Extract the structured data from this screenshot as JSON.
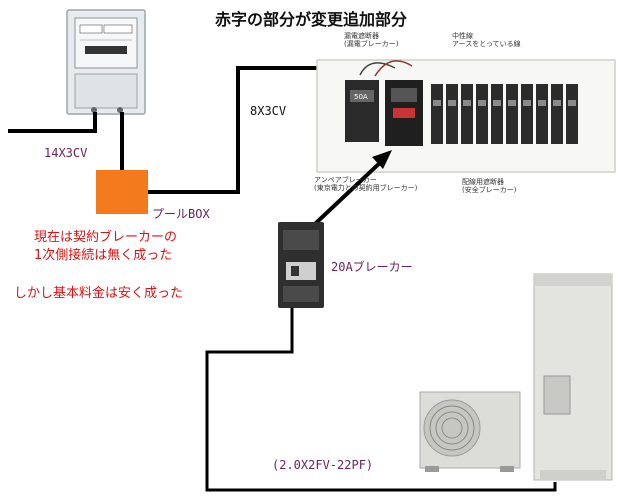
{
  "title": "赤字の部分が変更追加部分",
  "labels": {
    "cable_service": "14X3CV",
    "cable_panel": "8X3CV",
    "pull_box": "プールBOX",
    "breaker_20a": "20Aブレーカー",
    "cable_heatpump": "(2.0X2FV-22PF)"
  },
  "notes": {
    "line1": "現在は契約ブレーカーの",
    "line2": "1次側接続は無く成った",
    "line3": "しかし基本料金は安く成った"
  },
  "panel_annotations": {
    "earth_leakage_1": "漏電遮断器",
    "earth_leakage_2": "(漏電ブレーカー)",
    "neutral_1": "中性線",
    "neutral_2": "アースをとっている線",
    "ampere_1": "アンペアブレーカー",
    "ampere_2": "(東京電力との契約用ブレーカー)",
    "branch_1": "配線用遮断器",
    "branch_2": "(安全ブレーカー)"
  },
  "breaker_front_text": "50A",
  "colors": {
    "wire": "#000000",
    "pull_box": "#f47a1e",
    "note_text": "#e01010",
    "label_text": "#6a1f5c"
  }
}
